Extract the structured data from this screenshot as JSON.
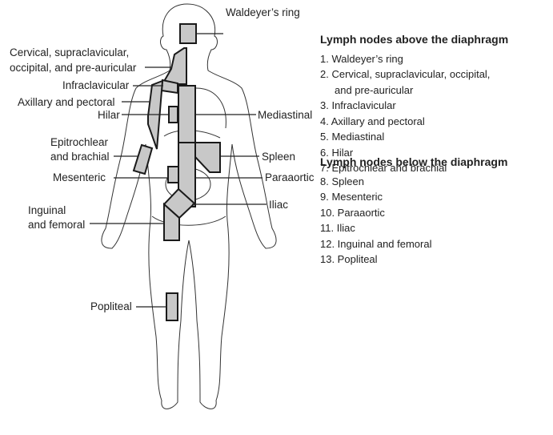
{
  "labels": {
    "waldeyer": "Waldeyer’s ring",
    "cervical_1": "Cervical, supraclavicular,",
    "cervical_2": "occipital, and pre-auricular",
    "infraclavicular": "Infraclavicular",
    "axillary": "Axillary and pectoral",
    "hilar": "Hilar",
    "mediastinal": "Mediastinal",
    "epitrochlear_1": "Epitrochlear",
    "epitrochlear_2": "and brachial",
    "spleen": "Spleen",
    "mesenteric": "Mesenteric",
    "paraaortic": "Paraaortic",
    "iliac": "Iliac",
    "inguinal_1": "Inguinal",
    "inguinal_2": "and femoral",
    "popliteal": "Popliteal"
  },
  "legend": {
    "above_title": "Lymph nodes above the diaphragm",
    "above_items": [
      "1. Waldeyer’s ring",
      "2. Cervical, supraclavicular, occipital,",
      "and pre-auricular",
      "3. Infraclavicular",
      "4. Axillary and pectoral",
      "5. Mediastinal",
      "6. Hilar",
      "7. Epitrochlear and brachial"
    ],
    "below_title": "Lymph nodes below the diaphragm",
    "below_items": [
      "8. Spleen",
      "9. Mesenteric",
      "10. Paraaortic",
      "11. Iliac",
      "12. Inguinal and femoral",
      "13. Popliteal"
    ]
  },
  "colors": {
    "node_fill": "#c8c8c8",
    "outline": "#222222"
  }
}
